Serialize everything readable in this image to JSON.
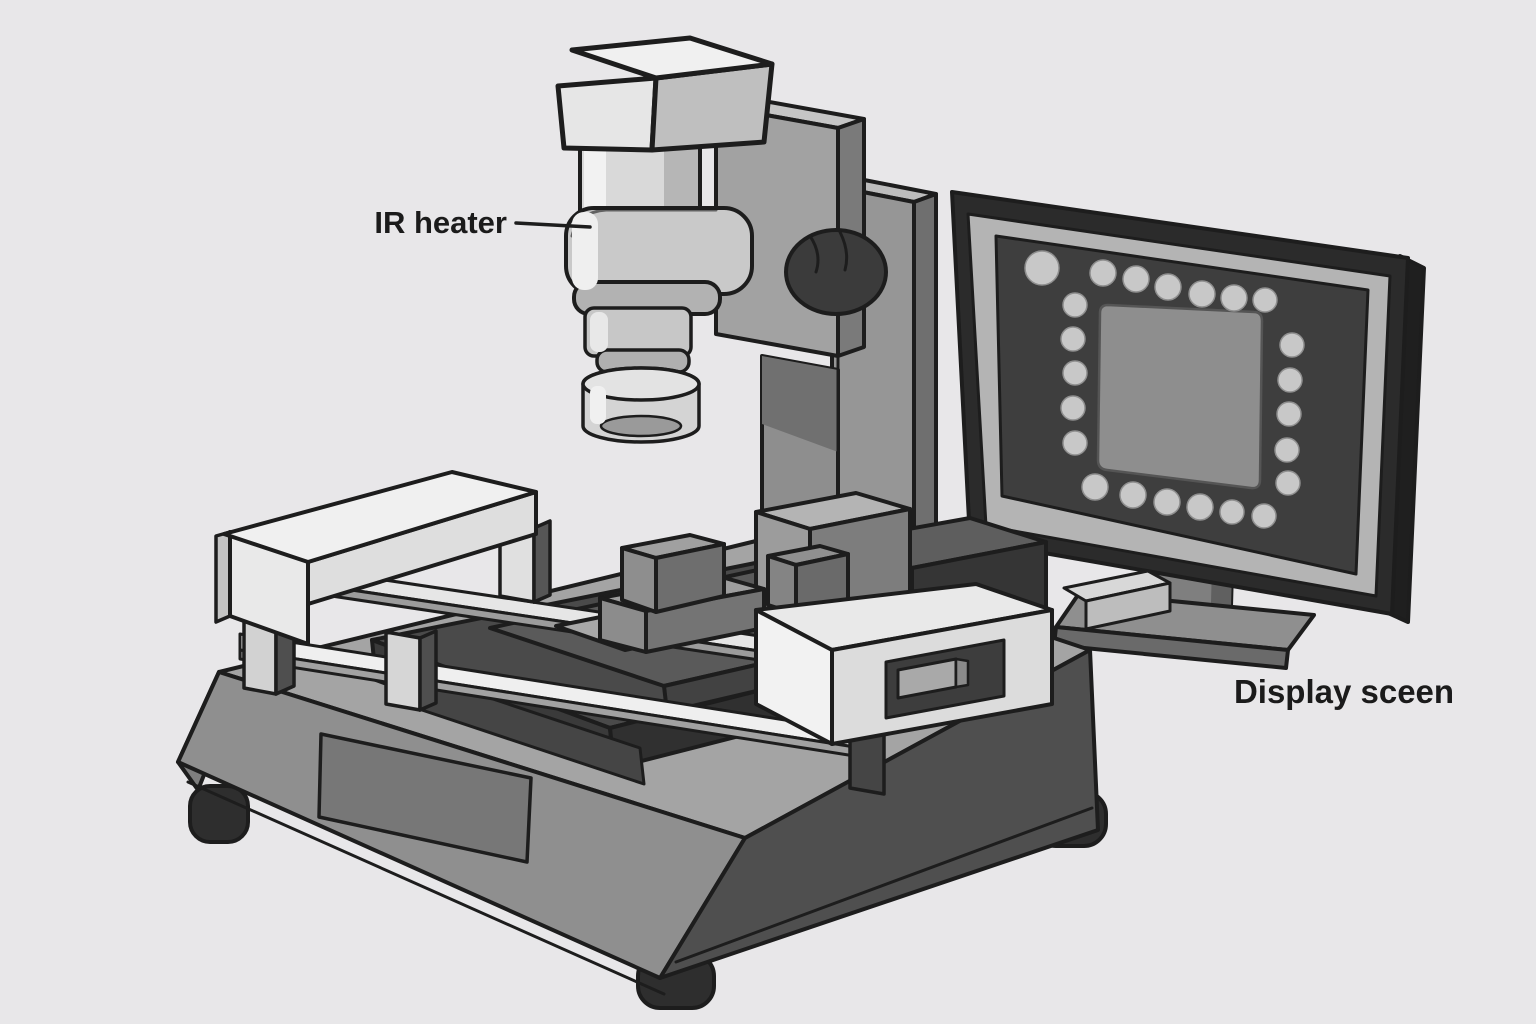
{
  "page": {
    "alt_text": "Grayscale 3D technical illustration of an infrared rework station: an IR heater head mounted on a support column above a positioning stage with guide rails and holder brackets, beside an external monitor displaying a BGA chip with surrounding solder-ball pads.",
    "background_color": "#e8e7e9"
  },
  "labels": {
    "ir_heater": "IR heater",
    "display_screen": "Display sceen"
  },
  "monitor_view": {
    "content": "square die surrounded by round pads",
    "pad_dots": {
      "top_row": 7,
      "left_column": 5,
      "right_column": 5,
      "bottom_row": 6,
      "total": 23
    }
  },
  "colors": {
    "background": "#e8e7e9",
    "line": "#1d1d1d",
    "machine_light": "#eeeeee",
    "machine_mid": "#a4a4a4",
    "machine_dark": "#4a4a4a",
    "machine_darkest": "#2e2e2e",
    "screen": "#3e3e3e",
    "screen_die": "#8e8e8e",
    "screen_pad": "#c8c8c8",
    "label_text": "#1b1b1b"
  }
}
